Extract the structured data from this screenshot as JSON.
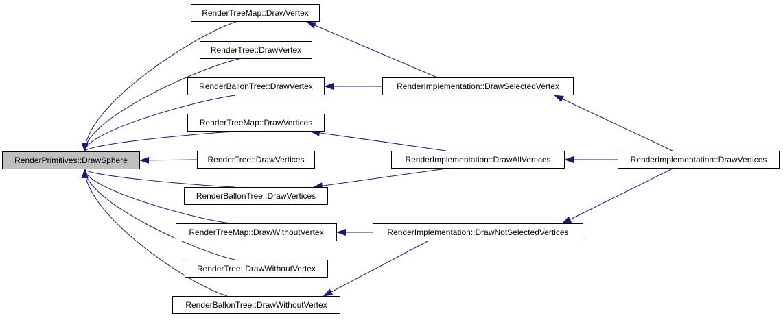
{
  "colors": {
    "edge": "#191970",
    "root_fill": "#bfbfbf",
    "node_fill": "#ffffff",
    "border": "#000000"
  },
  "nodes": [
    {
      "id": "root",
      "label": "RenderPrimitives::DrawSphere",
      "root": true
    },
    {
      "id": "tm_dv",
      "label": "RenderTreeMap::DrawVertex"
    },
    {
      "id": "rt_dv",
      "label": "RenderTree::DrawVertex"
    },
    {
      "id": "bt_dv",
      "label": "RenderBallonTree::DrawVertex"
    },
    {
      "id": "tm_dvs",
      "label": "RenderTreeMap::DrawVertices"
    },
    {
      "id": "rt_dvs",
      "label": "RenderTree::DrawVertices"
    },
    {
      "id": "bt_dvs",
      "label": "RenderBallonTree::DrawVertices"
    },
    {
      "id": "tm_dwv",
      "label": "RenderTreeMap::DrawWithoutVertex"
    },
    {
      "id": "rt_dwv",
      "label": "RenderTree::DrawWithoutVertex"
    },
    {
      "id": "bt_dwv",
      "label": "RenderBallonTree::DrawWithoutVertex"
    },
    {
      "id": "ri_dsv",
      "label": "RenderImplementation::DrawSelectedVertex"
    },
    {
      "id": "ri_dav",
      "label": "RenderImplementation::DrawAllVertices"
    },
    {
      "id": "ri_dnsv",
      "label": "RenderImplementation::DrawNotSelectedVertices"
    },
    {
      "id": "ri_dvs",
      "label": "RenderImplementation::DrawVertices"
    }
  ],
  "edges": [
    {
      "from": "tm_dv",
      "to": "root"
    },
    {
      "from": "rt_dv",
      "to": "root"
    },
    {
      "from": "bt_dv",
      "to": "root"
    },
    {
      "from": "tm_dvs",
      "to": "root"
    },
    {
      "from": "rt_dvs",
      "to": "root"
    },
    {
      "from": "bt_dvs",
      "to": "root"
    },
    {
      "from": "tm_dwv",
      "to": "root"
    },
    {
      "from": "rt_dwv",
      "to": "root"
    },
    {
      "from": "bt_dwv",
      "to": "root"
    },
    {
      "from": "ri_dsv",
      "to": "tm_dv"
    },
    {
      "from": "ri_dsv",
      "to": "bt_dv"
    },
    {
      "from": "ri_dav",
      "to": "tm_dvs"
    },
    {
      "from": "ri_dav",
      "to": "bt_dvs"
    },
    {
      "from": "ri_dnsv",
      "to": "tm_dwv"
    },
    {
      "from": "ri_dnsv",
      "to": "bt_dwv"
    },
    {
      "from": "ri_dvs",
      "to": "ri_dsv"
    },
    {
      "from": "ri_dvs",
      "to": "ri_dav"
    },
    {
      "from": "ri_dvs",
      "to": "ri_dnsv"
    }
  ]
}
